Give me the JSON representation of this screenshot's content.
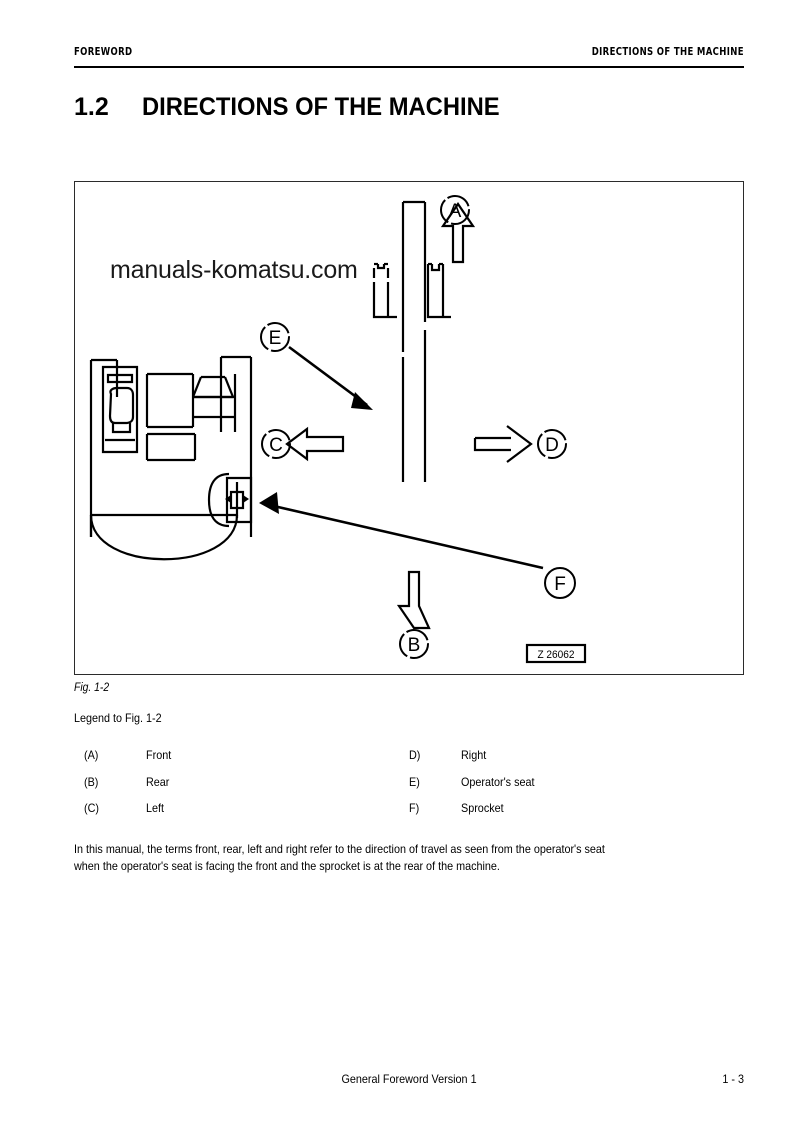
{
  "header": {
    "left": "FOREWORD",
    "right": "DIRECTIONS OF THE MACHINE"
  },
  "section": {
    "number": "1.2",
    "title": "DIRECTIONS OF THE MACHINE"
  },
  "figure": {
    "watermark": "manuals-komatsu.com",
    "drawing_id": "Z 26062",
    "caption": "Fig. 1-2",
    "callouts": [
      {
        "label": "A",
        "meaning": "Front",
        "marker": "arrow-up"
      },
      {
        "label": "B",
        "meaning": "Rear",
        "marker": "arrow-down"
      },
      {
        "label": "C",
        "meaning": "Left",
        "marker": "arrow-left"
      },
      {
        "label": "D",
        "meaning": "Right",
        "marker": "arrow-right"
      },
      {
        "label": "E",
        "meaning": "Operator's seat",
        "marker": "leader-line"
      },
      {
        "label": "F",
        "meaning": "Sprocket",
        "marker": "leader-line"
      }
    ]
  },
  "legend": {
    "heading": "Legend to Fig. 1-2",
    "rows": [
      {
        "left_key": "(A)",
        "left_value": "Front",
        "right_key": "D)",
        "right_value": "Right"
      },
      {
        "left_key": "(B)",
        "left_value": "Rear",
        "right_key": "E)",
        "right_value": "Operator's seat"
      },
      {
        "left_key": "(C)",
        "left_value": "Left",
        "right_key": "F)",
        "right_value": "Sprocket"
      }
    ]
  },
  "body": {
    "line1": "In this manual, the terms front, rear, left and right refer to the direction of travel as seen from the operator's seat",
    "line2": "when the operator's seat is facing the front and the sprocket is at the rear of the machine."
  },
  "footer": {
    "center": "General Foreword Version 1",
    "page": "1 - 3"
  },
  "colors": {
    "ink": "#000000",
    "frame": "#2b2b2b"
  }
}
